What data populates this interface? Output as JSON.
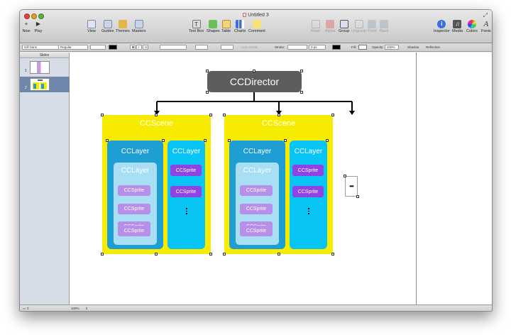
{
  "window": {
    "title": "Untitled 3"
  },
  "toolbar": {
    "left": [
      {
        "label": "New",
        "icon": "plus-icon"
      },
      {
        "label": "Play",
        "icon": "play-icon"
      }
    ],
    "middle": [
      {
        "label": "View",
        "icon": "view-icon"
      },
      {
        "label": "Guides",
        "icon": "guides-icon"
      },
      {
        "label": "Themes",
        "icon": "themes-icon"
      },
      {
        "label": "Masters",
        "icon": "masters-icon"
      }
    ],
    "insert": [
      {
        "label": "Text Box",
        "icon": "textbox-icon"
      },
      {
        "label": "Shapes",
        "icon": "shapes-icon"
      },
      {
        "label": "Table",
        "icon": "table-icon"
      },
      {
        "label": "Charts",
        "icon": "charts-icon"
      },
      {
        "label": "Comment",
        "icon": "comment-icon"
      }
    ],
    "arrange": [
      {
        "label": "Mask",
        "icon": "mask-icon",
        "enabled": false
      },
      {
        "label": "Alpha",
        "icon": "alpha-icon",
        "enabled": false
      },
      {
        "label": "Group",
        "icon": "group-icon",
        "enabled": true
      },
      {
        "label": "Ungroup",
        "icon": "ungroup-icon",
        "enabled": false
      },
      {
        "label": "Front",
        "icon": "front-icon",
        "enabled": false
      },
      {
        "label": "Back",
        "icon": "back-icon",
        "enabled": false
      }
    ],
    "right": [
      {
        "label": "Inspector",
        "icon": "info-icon"
      },
      {
        "label": "Media",
        "icon": "media-icon"
      },
      {
        "label": "Colors",
        "icon": "colors-icon"
      },
      {
        "label": "Fonts",
        "icon": "fonts-icon"
      }
    ]
  },
  "format_bar": {
    "font_family": "Gill Sans",
    "font_style": "Regular",
    "bold": "B",
    "italic": "I",
    "underline": "U",
    "autoshrink": "Auto-shrink",
    "stroke_label": "Stroke:",
    "stroke_width": "0 px",
    "fill_label": "Fill:",
    "opacity_label": "Opacity:",
    "opacity_value": "100%",
    "shadow_label": "Shadow",
    "reflection_label": "Reflection"
  },
  "sidebar": {
    "header": "Slides",
    "slides": [
      {
        "number": "1",
        "selected": false
      },
      {
        "number": "2",
        "selected": true
      }
    ]
  },
  "status_bar": {
    "zoom": "100%"
  },
  "slide": {
    "director": "CCDirector",
    "scene_left": {
      "label": "CCScene",
      "layer_main": "CCLayer",
      "layer_inner": "CCLayer",
      "inner_sprites": [
        "CCSprite",
        "CCSprite",
        "CCSprite",
        "CCSprite"
      ],
      "layer_side": "CCLayer",
      "side_sprites": [
        "CCSprite",
        "CCSprite"
      ]
    },
    "scene_right": {
      "label": "CCScene",
      "layer_main": "CCLayer",
      "layer_inner": "CCLayer",
      "inner_sprites": [
        "CCSprite",
        "CCSprite",
        "CCSprite",
        "CCSprite"
      ],
      "layer_side": "CCLayer",
      "side_sprites": [
        "CCSprite",
        "CCSprite"
      ]
    },
    "more_indicator": "•••",
    "colors": {
      "director": "#5d5d5d",
      "scene": "#f7ec00",
      "layer_main": "#1f9ed3",
      "layer_inner": "#a9dff4",
      "layer_side": "#08c4f5",
      "sprite_light": "#b78fe8",
      "sprite_dark": "#8e44e4"
    }
  }
}
